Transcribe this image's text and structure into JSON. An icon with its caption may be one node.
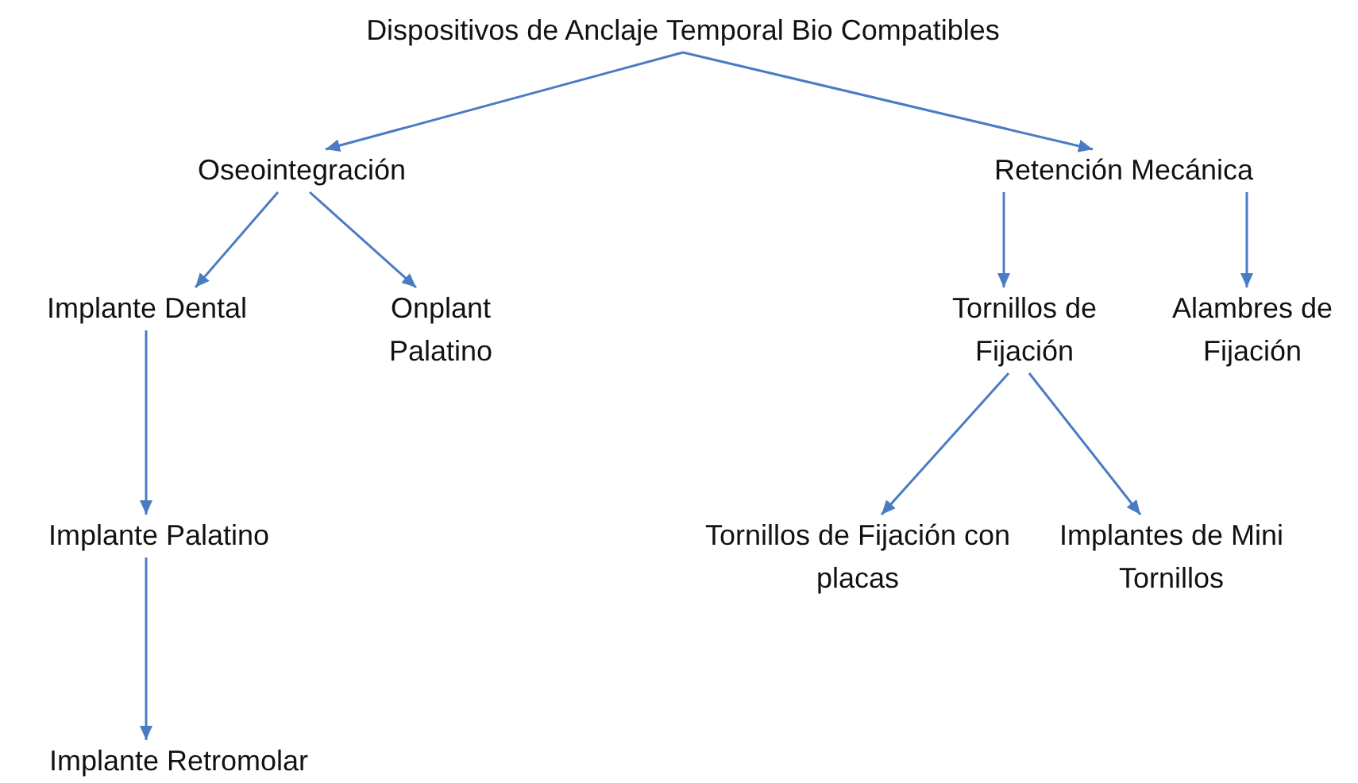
{
  "diagram": {
    "nodes": [
      {
        "text": [
          "Dispositivos de Anclaje Temporal Bio Compatibles"
        ]
      },
      {
        "text": [
          "Oseointegración"
        ]
      },
      {
        "text": [
          "Retención Mecánica"
        ]
      },
      {
        "text": [
          "Implante Dental"
        ]
      },
      {
        "text": [
          "Onplant Palatino"
        ]
      },
      {
        "text": [
          "Tornillos de Fijación"
        ]
      },
      {
        "text": [
          "Alambres de Fijación"
        ]
      },
      {
        "text": [
          "Implante Palatino"
        ]
      },
      {
        "text": [
          "Implante Retromolar"
        ]
      },
      {
        "text": [
          "Tornillos de Fijación con placas"
        ]
      },
      {
        "text": [
          "Implantes de Mini Tornillos"
        ]
      }
    ],
    "edges": [
      {
        "from": 0,
        "to": 1,
        "arrow": "to"
      },
      {
        "from": 0,
        "to": 2,
        "arrow": "to"
      },
      {
        "from": 1,
        "to": 3,
        "arrow": "to"
      },
      {
        "from": 1,
        "to": 4,
        "arrow": "to"
      },
      {
        "from": 2,
        "to": 5,
        "arrow": "to"
      },
      {
        "from": 2,
        "to": 6,
        "arrow": "to"
      },
      {
        "from": 3,
        "to": 7,
        "arrow": "to"
      },
      {
        "from": 7,
        "to": 8,
        "arrow": "to"
      },
      {
        "from": 5,
        "to": 9,
        "arrow": "to"
      },
      {
        "from": 5,
        "to": 10,
        "arrow": "to"
      }
    ]
  }
}
